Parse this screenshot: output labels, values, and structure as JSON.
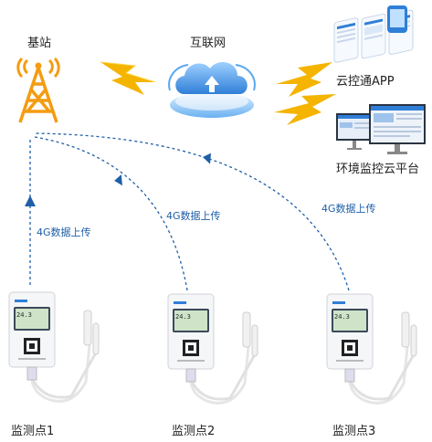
{
  "nodes": {
    "base_station": {
      "label": "基站"
    },
    "internet": {
      "label": "互联网"
    },
    "app": {
      "label": "云控通APP"
    },
    "platform": {
      "label": "环境监控云平台"
    }
  },
  "links": [
    {
      "label": "4G数据上传"
    },
    {
      "label": "4G数据上传"
    },
    {
      "label": "4G数据上传"
    }
  ],
  "devices": [
    {
      "label": "监测点1",
      "reading": "24.3"
    },
    {
      "label": "监测点2",
      "reading": "24.3"
    },
    {
      "label": "监测点3",
      "reading": "24.3"
    }
  ],
  "colors": {
    "link": "#1f5fa8",
    "lightning": "#f4b400",
    "tower": "#f39c12",
    "cloud": "#2f7fd8"
  }
}
